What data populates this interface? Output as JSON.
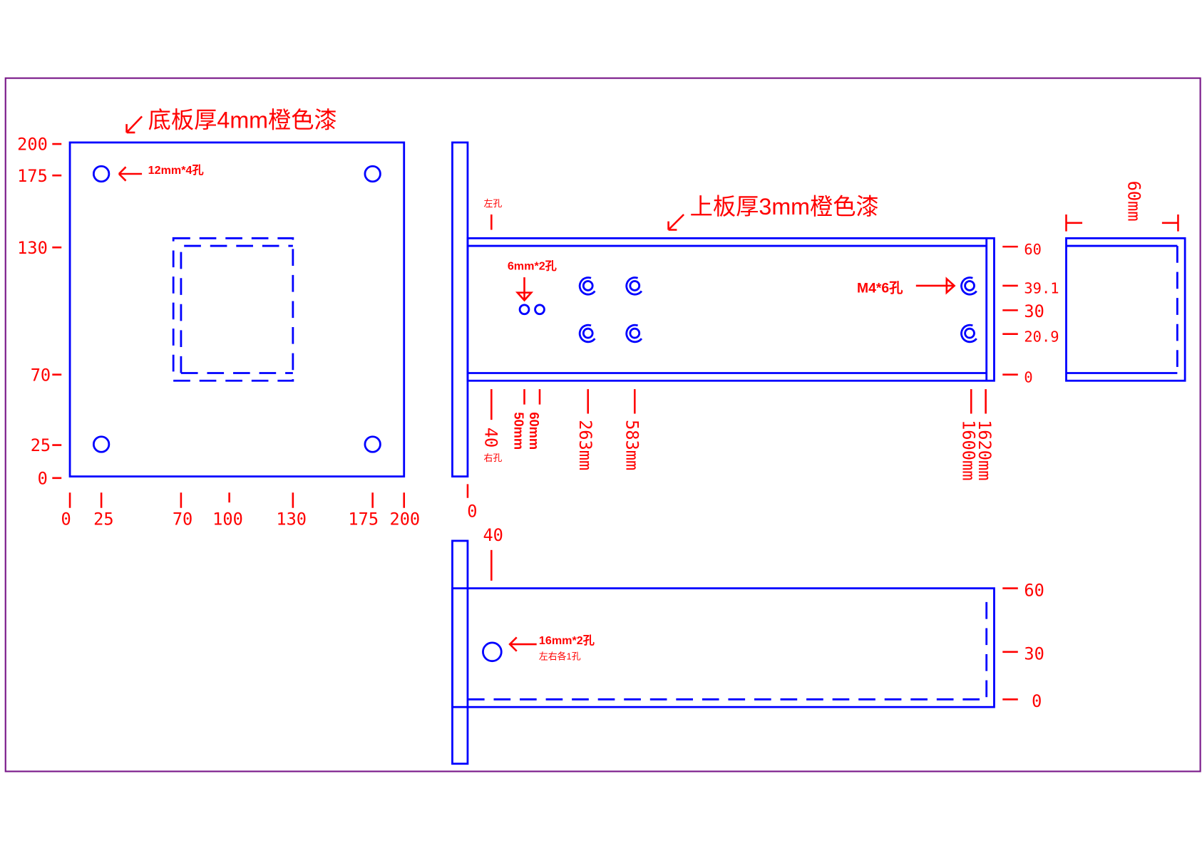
{
  "colors": {
    "outline": "#0000ff",
    "dimension": "#ff0000",
    "frame": "#7a1a8a"
  },
  "base_plate": {
    "title": "底板厚4mm橙色漆",
    "hole_note": "12mm*4孔",
    "y_labels": [
      "200",
      "175",
      "130",
      "70",
      "25",
      "0"
    ],
    "x_labels": [
      "0",
      "25",
      "70",
      "100",
      "130",
      "175",
      "200"
    ]
  },
  "top_view": {
    "title": "上板厚3mm橙色漆",
    "left_hole": "左孔",
    "right_hole": "右孔",
    "small_hole_note": "6mm*2孔",
    "m4_note": "M4*6孔",
    "plate_zero": "0",
    "bottom_labels": {
      "x40": "40",
      "x50": "50mm",
      "x60": "60mm",
      "x263": "263mm",
      "x583": "583mm",
      "x1600": "1600mm",
      "x1620": "1620mm"
    },
    "right_labels": [
      "60",
      "39.1",
      "30",
      "20.9",
      "0"
    ]
  },
  "end_view": {
    "width_label": "60mm"
  },
  "side_view": {
    "top_label": "40",
    "hole_note": "16mm*2孔",
    "hole_sub_note": "左右各1孔",
    "right_labels": [
      "60",
      "30",
      "0"
    ]
  }
}
